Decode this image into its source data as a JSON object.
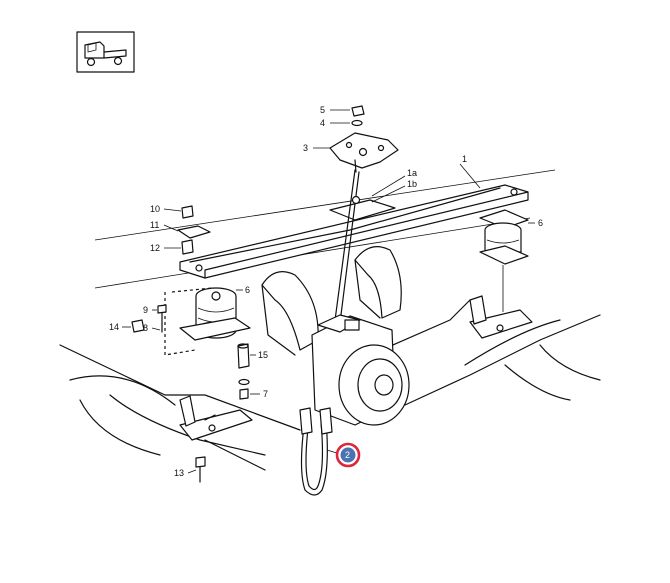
{
  "diagram": {
    "callouts": [
      {
        "id": "1",
        "label": "1"
      },
      {
        "id": "1a",
        "label": "1a"
      },
      {
        "id": "1b",
        "label": "1b"
      },
      {
        "id": "2",
        "label": "2",
        "highlighted": true
      },
      {
        "id": "3",
        "label": "3"
      },
      {
        "id": "4",
        "label": "4"
      },
      {
        "id": "5",
        "label": "5"
      },
      {
        "id": "6a",
        "label": "6"
      },
      {
        "id": "6b",
        "label": "6"
      },
      {
        "id": "7",
        "label": "7"
      },
      {
        "id": "8",
        "label": "8"
      },
      {
        "id": "9",
        "label": "9"
      },
      {
        "id": "10",
        "label": "10"
      },
      {
        "id": "11",
        "label": "11"
      },
      {
        "id": "12",
        "label": "12"
      },
      {
        "id": "13",
        "label": "13"
      },
      {
        "id": "14",
        "label": "14"
      },
      {
        "id": "15",
        "label": "15"
      }
    ],
    "highlight_color": "#e0243a",
    "highlight_fill": "#4a74b0",
    "thumbnail_icon": "truck-icon"
  }
}
